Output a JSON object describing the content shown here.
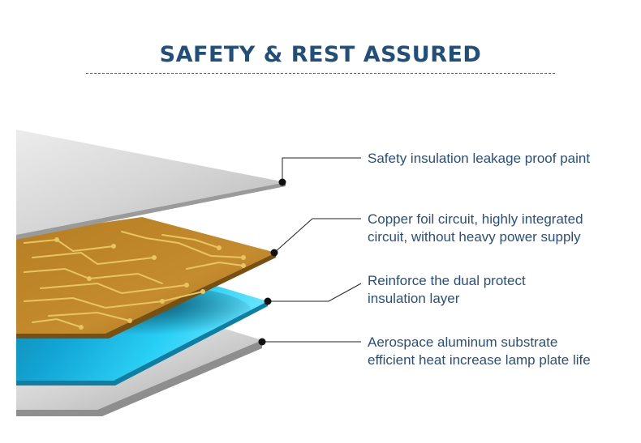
{
  "title": "SAFETY & REST ASSURED",
  "layers": [
    {
      "id": "paint",
      "lines": [
        "Safety insulation leakage proof paint"
      ]
    },
    {
      "id": "copper",
      "lines": [
        "Copper foil circuit, highly integrated",
        "circuit, without heavy power supply"
      ]
    },
    {
      "id": "insulation",
      "lines": [
        "Reinforce the dual protect",
        "insulation layer"
      ]
    },
    {
      "id": "aluminum",
      "lines": [
        "Aerospace aluminum substrate",
        "efficient heat increase lamp plate life"
      ]
    }
  ],
  "colors": {
    "title": "#1f4f7a",
    "label": "#2a4f7e",
    "paint": "#d8d8d8",
    "copper": "#c08a2a",
    "trace": "#e7c560",
    "insulation": "#22c6ee",
    "aluminum": "#c9c9c9",
    "leader": "#222222"
  }
}
